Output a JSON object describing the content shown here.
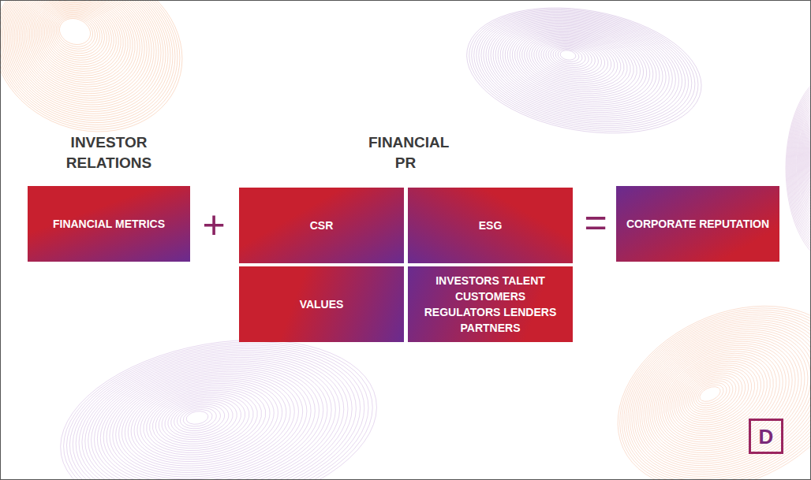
{
  "diagram": {
    "nodes": [
      {
        "text": [
          "INVESTOR RELATIONS",
          "FINANCIAL METRICS"
        ]
      },
      {
        "text": [
          "FINANCIAL PR"
        ]
      },
      {
        "text": [
          "CSR"
        ],
        "in": 1
      },
      {
        "text": [
          "ESG"
        ],
        "in": 1
      },
      {
        "text": [
          "VALUES"
        ],
        "in": 1
      },
      {
        "text": [
          "INVESTORS TALENT CUSTOMERS REGULATORS LENDERS PARTNERS"
        ],
        "in": 1
      },
      {
        "text": [
          "CORPORATE REPUTATION"
        ]
      }
    ],
    "labels": [
      "+",
      "=",
      "D"
    ]
  }
}
